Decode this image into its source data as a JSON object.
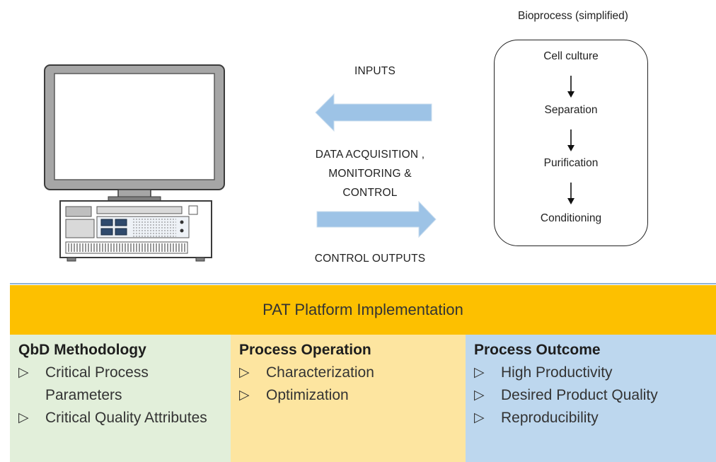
{
  "labels": {
    "inputs": "INPUTS",
    "daq_line1": "DATA ACQUISITION ,",
    "daq_line2": "MONITORING &",
    "daq_line3": "CONTROL",
    "control_outputs": "CONTROL OUTPUTS"
  },
  "bioprocess": {
    "title": "Bioprocess (simplified)",
    "steps": [
      "Cell culture",
      "Separation",
      "Purification",
      "Conditioning"
    ]
  },
  "pat": {
    "header": "PAT Platform Implementation",
    "columns": [
      {
        "title": "QbD Methodology",
        "items": [
          "Critical Process Parameters",
          "Critical Quality Attributes"
        ]
      },
      {
        "title": "Process Operation",
        "items": [
          "Characterization",
          "Optimization"
        ]
      },
      {
        "title": "Process Outcome",
        "items": [
          "High Productivity",
          "Desired Product Quality",
          "Reproducibility"
        ]
      }
    ]
  },
  "colors": {
    "arrow": "#9dc3e6",
    "pat_header": "#fdc000",
    "qbd_bg": "#e2efda",
    "operation_bg": "#fde5a0",
    "outcome_bg": "#bdd7ee"
  },
  "icons": {
    "bullet": "triangle-right-outline-icon",
    "computer": "desktop-computer-icon"
  }
}
